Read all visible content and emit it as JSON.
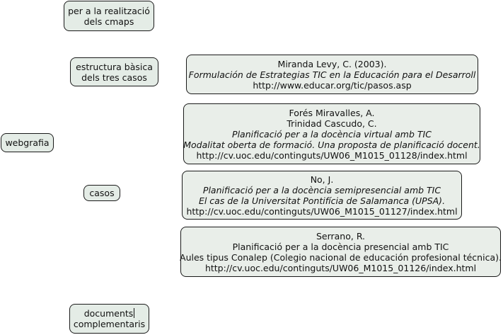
{
  "map": {
    "webgrafia": "webgrafia",
    "realitzacio": [
      "per a la realització",
      "dels cmaps"
    ],
    "estructura": [
      "estructura bàsica",
      "dels tres casos"
    ],
    "casos": "casos",
    "documents": [
      "documents",
      "complementaris"
    ],
    "resources": [
      {
        "lines": [
          {
            "text": "Miranda Levy, C. (2003).",
            "italic": false
          },
          {
            "text": "Formulación de Estrategias TIC en la Educación para el Desarroll",
            "italic": true
          },
          {
            "text": "http://www.educar.org/tic/pasos.asp",
            "italic": false
          }
        ]
      },
      {
        "lines": [
          {
            "text": "Forés Miravalles, A.",
            "italic": false
          },
          {
            "text": "Trinidad Cascudo, C.",
            "italic": false
          },
          {
            "text": "Planificació per a la docència virtual amb TIC",
            "italic": true
          },
          {
            "text": "Modalitat oberta de formació. Una proposta de planificació docent.",
            "italic": true
          },
          {
            "text": "http://cv.uoc.edu/continguts/UW06_M1015_01128/index.html",
            "italic": false
          }
        ]
      },
      {
        "lines": [
          {
            "text": "No, J.",
            "italic": false
          },
          {
            "text": "Planificació per a la docència semipresencial amb TIC",
            "italic": true
          },
          {
            "text": "El cas de la Universitat Pontifícia de Salamanca (UPSA).",
            "italic": true
          },
          {
            "text": "http://cv.uoc.edu/continguts/UW06_M1015_01127/index.html",
            "italic": false
          }
        ]
      },
      {
        "lines": [
          {
            "text": "Serrano, R.",
            "italic": false
          },
          {
            "text": "Planificació per a la docència presencial amb TIC",
            "italic": false
          },
          {
            "text": "Aules tipus Conalep (Colegio nacional de educación profesional técnica).",
            "italic": false
          },
          {
            "text": "http://cv.uoc.edu/continguts/UW06_M1015_01126/index.html",
            "italic": false
          }
        ]
      }
    ]
  }
}
